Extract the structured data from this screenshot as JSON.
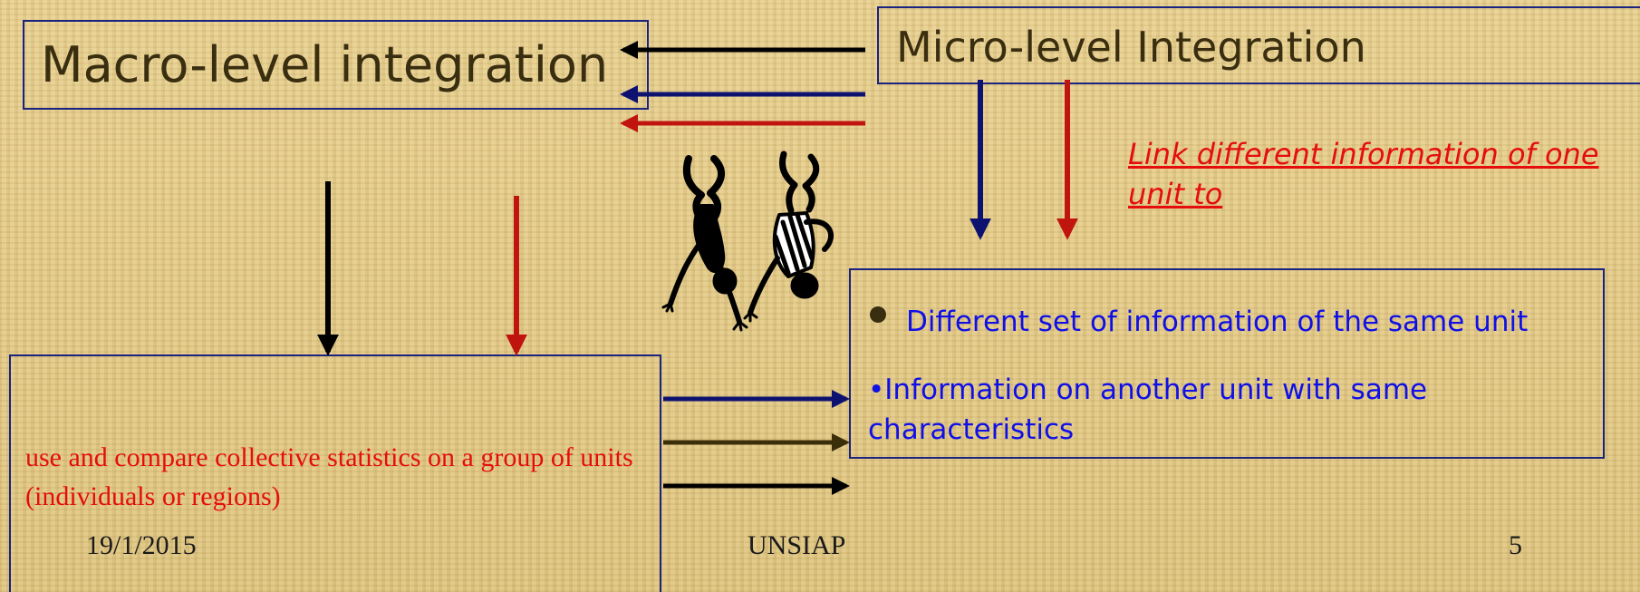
{
  "macro": {
    "title": "Macro-level integration"
  },
  "micro": {
    "title": "Micro-level Integration"
  },
  "link_note": "Link different information  of one unit to",
  "info_box": {
    "items": [
      "Different set of  information of the same unit",
      "•Information on another unit with same characteristics"
    ]
  },
  "collective": {
    "text": "use and compare collective statistics on a group of units (individuals or regions)"
  },
  "footer": {
    "date": "19/1/2015",
    "org": "UNSIAP",
    "page": "5"
  },
  "colors": {
    "border_navy": "#1a237e",
    "arrow_black": "#000000",
    "arrow_navy": "#0d1270",
    "arrow_red": "#c0140e",
    "arrow_olive": "#3b2f0a",
    "text_blue": "#1010e6",
    "text_red": "#e50d0d",
    "title_brown": "#3a2e10"
  },
  "icons": [
    "dancing-figures-icon"
  ]
}
